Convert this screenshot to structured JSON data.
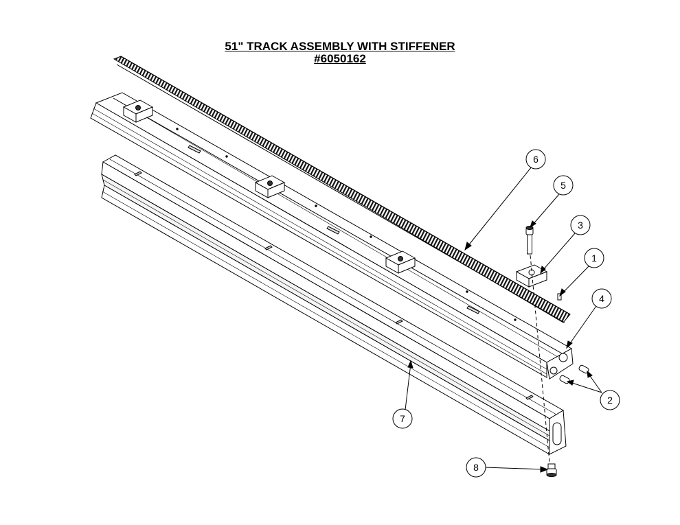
{
  "title": {
    "line1": "51\" TRACK ASSEMBLY WITH STIFFENER ",
    "line2": "#6050162"
  },
  "callouts": [
    {
      "id": "1",
      "label": "1"
    },
    {
      "id": "2",
      "label": "2"
    },
    {
      "id": "3",
      "label": "3"
    },
    {
      "id": "4",
      "label": "4"
    },
    {
      "id": "5",
      "label": "5"
    },
    {
      "id": "6",
      "label": "6"
    },
    {
      "id": "7",
      "label": "7"
    },
    {
      "id": "8",
      "label": "8"
    }
  ],
  "parts": {
    "gear_rack": "gear-rack",
    "track_rail": "track-rail",
    "stiffener_beam": "stiffener-beam",
    "cap_screw_5": "cap-screw",
    "clamp_block_3": "clamp-block",
    "set_screw_1": "set-screw",
    "dowel_pins_2": "dowel-pins",
    "bolt_8": "bolt"
  }
}
